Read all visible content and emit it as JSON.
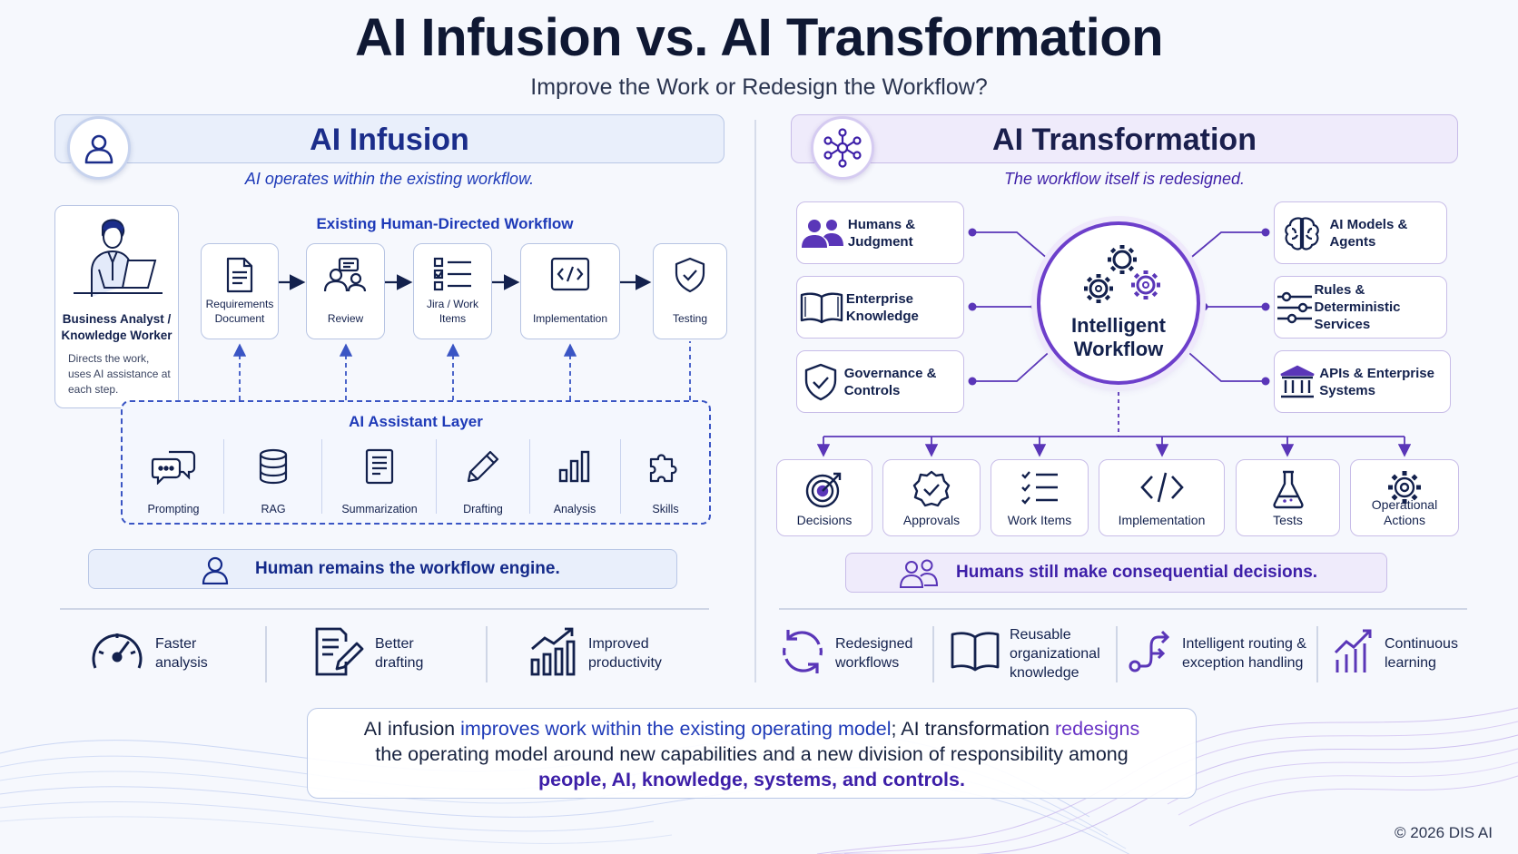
{
  "title": "AI Infusion vs. AI Transformation",
  "subtitle": "Improve the Work or Redesign the Workflow?",
  "colors": {
    "blue_accent": "#1e3ab8",
    "purple_accent": "#6d3fcb",
    "navy_text": "#13214d"
  },
  "left": {
    "title": "AI Infusion",
    "tagline": "AI operates within the existing workflow.",
    "worker": {
      "title": "Business Analyst / Knowledge Worker",
      "desc": "Directs the work, uses AI assistance at each step."
    },
    "flow_label": "Existing Human-Directed Workflow",
    "steps": [
      {
        "label": "Requirements Document",
        "icon": "document-icon"
      },
      {
        "label": "Review",
        "icon": "people-review-icon"
      },
      {
        "label": "Jira / Work Items",
        "icon": "checklist-icon"
      },
      {
        "label": "Implementation",
        "icon": "code-icon"
      },
      {
        "label": "Testing",
        "icon": "shield-check-icon"
      }
    ],
    "assistant_layer": "AI Assistant Layer",
    "tools": [
      {
        "label": "Prompting",
        "icon": "chat-bubbles-icon"
      },
      {
        "label": "RAG",
        "icon": "database-icon"
      },
      {
        "label": "Summarization",
        "icon": "summary-doc-icon"
      },
      {
        "label": "Drafting",
        "icon": "pencil-icon"
      },
      {
        "label": "Analysis",
        "icon": "bar-chart-icon"
      },
      {
        "label": "Skills",
        "icon": "puzzle-icon"
      }
    ],
    "banner": "Human remains the workflow engine.",
    "benefits": [
      {
        "label": "Faster analysis",
        "icon": "speedometer-icon"
      },
      {
        "label": "Better drafting",
        "icon": "edit-document-icon"
      },
      {
        "label": "Improved productivity",
        "icon": "growth-chart-icon"
      }
    ]
  },
  "right": {
    "title": "AI Transformation",
    "tagline": "The workflow itself is redesigned.",
    "hub": "Intelligent Workflow",
    "capabilities_left": [
      {
        "label": "Humans & Judgment",
        "icon": "people-icon"
      },
      {
        "label": "Enterprise Knowledge",
        "icon": "book-icon"
      },
      {
        "label": "Governance & Controls",
        "icon": "shield-check-icon"
      }
    ],
    "capabilities_right": [
      {
        "label": "AI Models & Agents",
        "icon": "brain-icon"
      },
      {
        "label": "Rules & Deterministic Services",
        "icon": "sliders-icon"
      },
      {
        "label": "APIs & Enterprise Systems",
        "icon": "bank-icon"
      }
    ],
    "outputs": [
      {
        "label": "Decisions",
        "icon": "target-icon"
      },
      {
        "label": "Approvals",
        "icon": "badge-check-icon"
      },
      {
        "label": "Work Items",
        "icon": "checklist-icon"
      },
      {
        "label": "Implementation",
        "icon": "code-icon"
      },
      {
        "label": "Tests",
        "icon": "flask-icon"
      },
      {
        "label": "Operational Actions",
        "icon": "gear-icon"
      }
    ],
    "banner": "Humans still make consequential decisions.",
    "benefits": [
      {
        "label": "Redesigned workflows",
        "icon": "cycle-arrows-icon"
      },
      {
        "label": "Reusable organizational knowledge",
        "icon": "book-icon"
      },
      {
        "label": "Intelligent routing & exception handling",
        "icon": "routing-icon"
      },
      {
        "label": "Continuous learning",
        "icon": "growth-chart-icon"
      }
    ]
  },
  "summary": {
    "p1": "AI infusion ",
    "p2": "improves work within the existing operating model",
    "p3": "; AI transformation ",
    "p4": "redesigns",
    "p5": "the operating model around new capabilities and a new division of responsibility among",
    "p6": "people, AI, knowledge, systems, and controls."
  },
  "copyright": "© 2026 DIS AI"
}
